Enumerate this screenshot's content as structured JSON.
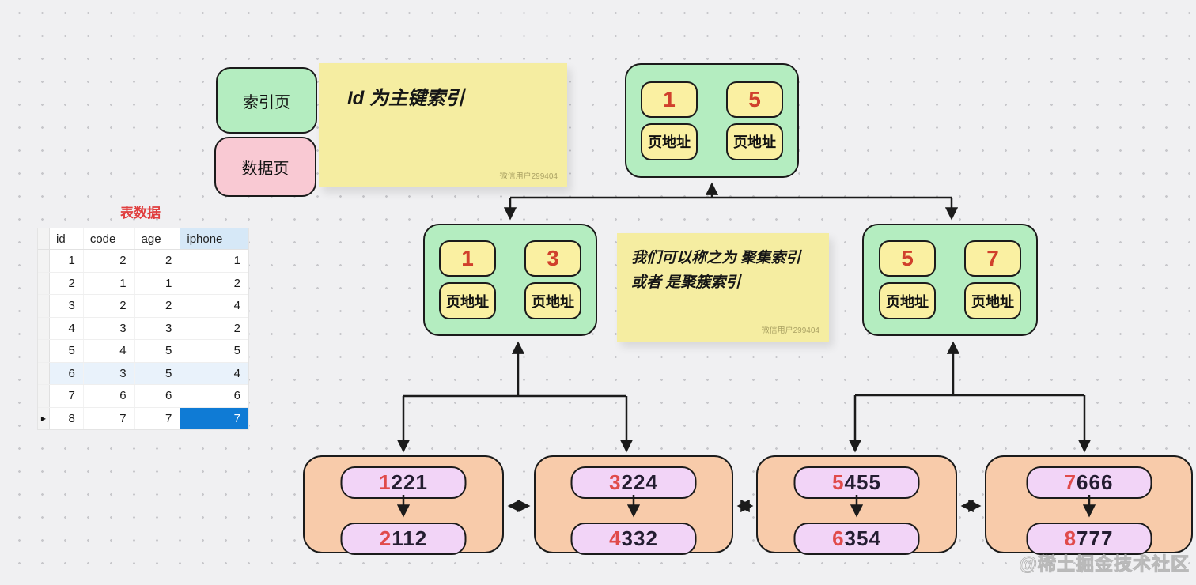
{
  "legend": {
    "index_page_label": "索引页",
    "data_page_label": "数据页"
  },
  "notes": {
    "primary_key_note": {
      "text": "Id 为主键索引",
      "watermark": "微信用户299404"
    },
    "clustered_note": {
      "text": "我们可以称之为 聚集索引 或者 是聚簇索引",
      "watermark": "微信用户299404"
    }
  },
  "data_table": {
    "title": "表数据",
    "columns": [
      "id",
      "code",
      "age",
      "iphone"
    ],
    "rows": [
      [
        "1",
        "2",
        "2",
        "1"
      ],
      [
        "2",
        "1",
        "1",
        "2"
      ],
      [
        "3",
        "2",
        "2",
        "4"
      ],
      [
        "4",
        "3",
        "3",
        "2"
      ],
      [
        "5",
        "4",
        "5",
        "5"
      ],
      [
        "6",
        "3",
        "5",
        "4"
      ],
      [
        "7",
        "6",
        "6",
        "6"
      ],
      [
        "8",
        "7",
        "7",
        "7"
      ]
    ],
    "selected_cell": {
      "row_index": 7,
      "column": "iphone",
      "value": "7"
    },
    "row_marker": "▶"
  },
  "tree": {
    "page_address_label": "页地址",
    "root": {
      "keys": [
        "1",
        "5"
      ]
    },
    "internal_left": {
      "keys": [
        "1",
        "3"
      ]
    },
    "internal_right": {
      "keys": [
        "5",
        "7"
      ]
    },
    "leaves": [
      {
        "rows": [
          {
            "id": "1",
            "rest": "221"
          },
          {
            "id": "2",
            "rest": "112"
          }
        ]
      },
      {
        "rows": [
          {
            "id": "3",
            "rest": "224"
          },
          {
            "id": "4",
            "rest": "332"
          }
        ]
      },
      {
        "rows": [
          {
            "id": "5",
            "rest": "455"
          },
          {
            "id": "6",
            "rest": "354"
          }
        ]
      },
      {
        "rows": [
          {
            "id": "7",
            "rest": "666"
          },
          {
            "id": "8",
            "rest": "777"
          }
        ]
      }
    ]
  },
  "site_watermark": "@稀土掘金技术社区",
  "colors": {
    "index_page": "#b4edc0",
    "data_page": "#f9c9d3",
    "key_box": "#faf0a2",
    "leaf": "#f8cbaa",
    "pill": "#f2d4f7",
    "note": "#f5eda1",
    "selected_cell": "#0f7bd5",
    "key_number": "#d0402c",
    "table_title": "#e03e3e"
  }
}
